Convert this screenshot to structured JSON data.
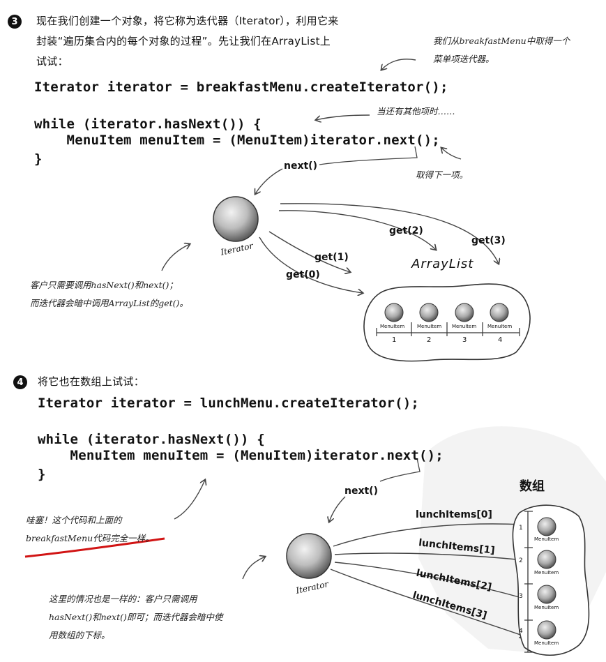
{
  "section3": {
    "badge": "3",
    "lines": [
      "现在我们创建一个对象，将它称为迭代器（Iterator），利用它来",
      "封装“遍历集合内的每个对象的过程”。先让我们在ArrayList上",
      "试试："
    ],
    "code": [
      "Iterator iterator = breakfastMenu.createIterator();",
      "while (iterator.hasNext()) {",
      "    MenuItem menuItem = (MenuItem)iterator.next();",
      "}"
    ],
    "note_create": [
      "我们从breakfastMenu中取得一个",
      "菜单项迭代器。"
    ],
    "note_hasnext": "当还有其他项时……",
    "note_next": "取得下一项。",
    "next_label": "next()",
    "get_labels": [
      "get(2)",
      "get(3)",
      "get(1)",
      "get(0)"
    ],
    "iterator_label": "Iterator",
    "arraylist_label": "ArrayList",
    "menuitem_label": "MenuItem",
    "indices": [
      "1",
      "2",
      "3",
      "4"
    ],
    "client_note": [
      "客户只需要调用hasNext()和next()；",
      "而迭代器会暗中调用ArrayList的get()。"
    ]
  },
  "section4": {
    "badge": "4",
    "line": "将它也在数组上试试：",
    "code": [
      "Iterator iterator = lunchMenu.createIterator();",
      "while (iterator.hasNext()) {",
      "    MenuItem menuItem = (MenuItem)iterator.next();",
      "}"
    ],
    "next_label": "next()",
    "array_title": "数组",
    "lunch_labels": [
      "lunchItems[0]",
      "lunchItems[1]",
      "lunchItems[2]",
      "lunchItems[3]"
    ],
    "iterator_label": "Iterator",
    "menuitem_label": "MenuItem",
    "indices": [
      "1",
      "2",
      "3",
      "4"
    ],
    "wow_note": [
      "哇塞！这个代码和上面的",
      "breakfastMenu代码完全一样。"
    ],
    "client_note": [
      "这里的情况也是一样的：客户只需调用",
      "hasNext()和next()即可；而迭代器会暗中使",
      "用数组的下标。"
    ]
  }
}
